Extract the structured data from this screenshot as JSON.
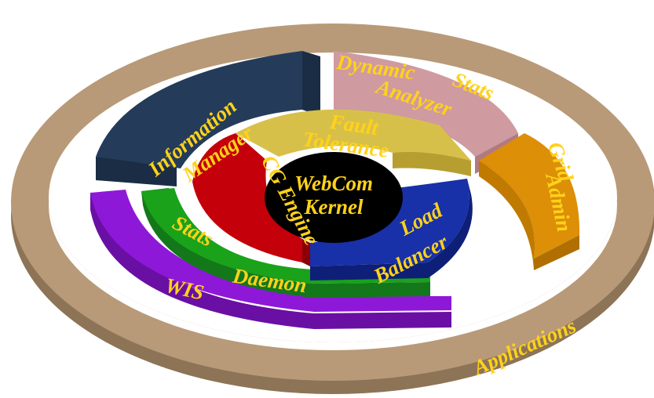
{
  "diagram": {
    "kernel": {
      "line1": "WebCom",
      "line2": "Kernel"
    },
    "segments": {
      "information_manager": {
        "line1": "Information",
        "line2": "Manager"
      },
      "dynamic_stats_analyzer": {
        "line1": "Dynamic",
        "line2": "Stats",
        "line3": "Analyzer"
      },
      "fault_tolerance": {
        "line1": "Fault",
        "line2": "Tolerance"
      },
      "cg_engine": {
        "label": "CG Engine"
      },
      "load_balancer": {
        "line1": "Load",
        "line2": "Balancer"
      },
      "grid_admin": {
        "line1": "Grid",
        "line2": "Admin"
      },
      "stats_daemon": {
        "line1": "Stats",
        "line2": "Daemon"
      },
      "wis": {
        "label": "WIS"
      },
      "applications": {
        "label": "Applications"
      }
    },
    "colors": {
      "outer_ring": "#b89a78",
      "outer_ring_side": "#8d7457",
      "information_manager": "#243c5a",
      "dynamic_stats_analyzer": "#cf9aa0",
      "fault_tolerance": "#d7c04a",
      "cg_engine": "#c4000a",
      "load_balancer": "#1830a8",
      "grid_admin": "#dc8f07",
      "stats_daemon": "#1aa21a",
      "wis": "#8e18d8",
      "kernel": "#000000",
      "label": "#ffd21a"
    }
  }
}
